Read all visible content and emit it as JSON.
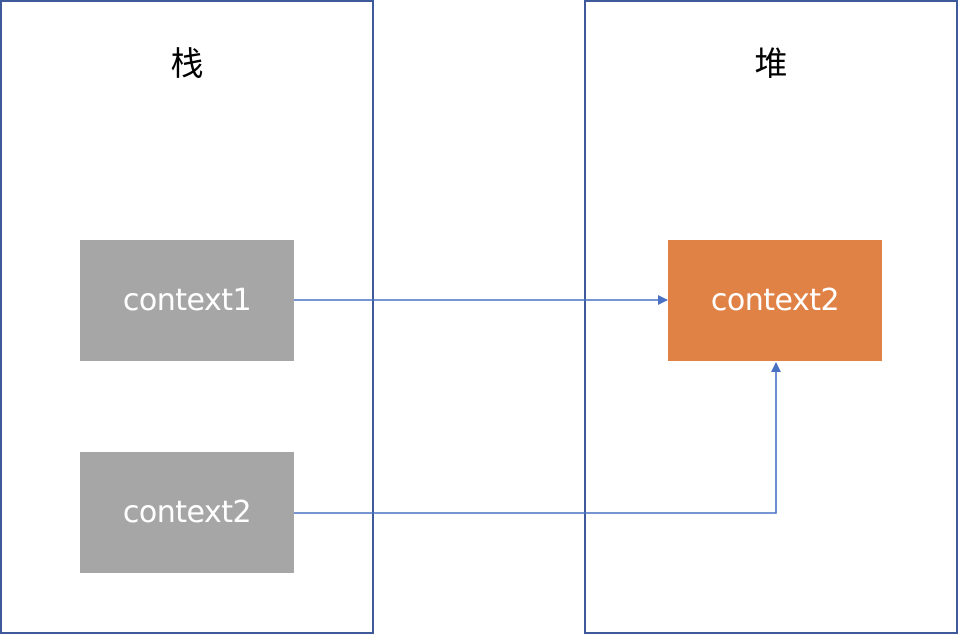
{
  "stack_panel": {
    "title": "栈",
    "items": [
      {
        "label": "context1"
      },
      {
        "label": "context2"
      }
    ]
  },
  "heap_panel": {
    "title": "堆",
    "items": [
      {
        "label": "context2"
      }
    ]
  },
  "colors": {
    "panel_border": "#3f5a9a",
    "stack_box_fill": "#a6a6a6",
    "heap_box_fill": "#e08146",
    "arrow": "#4a72c4",
    "box_text": "#ffffff"
  },
  "connections": [
    {
      "from": "stack_panel.items.0",
      "to": "heap_panel.items.0"
    },
    {
      "from": "stack_panel.items.1",
      "to": "heap_panel.items.0"
    }
  ]
}
